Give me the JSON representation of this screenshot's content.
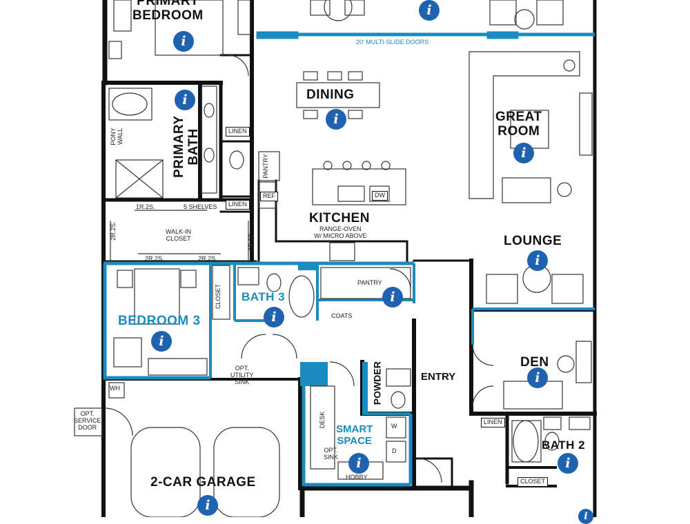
{
  "rooms": {
    "primary_bedroom": "PRIMARY\nBEDROOM",
    "primary_bath": "PRIMARY\nBATH",
    "dining": "DINING",
    "great_room": "GREAT\nROOM",
    "kitchen": "KITCHEN",
    "kitchen_sub": "RANGE-OVEN\nW/ MICRO ABOVE",
    "lounge": "LOUNGE",
    "bedroom3": "BEDROOM 3",
    "bath3": "BATH 3",
    "entry": "ENTRY",
    "den": "DEN",
    "powder": "POWDER",
    "smart_space": "SMART\nSPACE",
    "garage": "2-CAR GARAGE",
    "bath2": "BATH 2"
  },
  "labels": {
    "multi_slide": "20' MULTI-SLIDE DOORS",
    "linen": "LINEN",
    "pony_wall": "PONY\nWALL",
    "pantry": "PANTRY",
    "ref": "REF",
    "dw": "DW",
    "five_shelves": "5 SHELVES",
    "walk_in_closet": "WALK-IN\nCLOSET",
    "shelf_1r2s": "1R.2S.",
    "shelf_2r2s": "2R.2S.",
    "closet": "CLOSET",
    "coats": "COATS",
    "opt_utility_sink": "OPT.\nUTILITY\nSINK",
    "wh": "WH",
    "opt_service_door": "OPT.\nSERVICE\nDOOR",
    "desk": "DESK",
    "opt_sink": "OPT.\nSINK",
    "hobby": "HOBBY",
    "w": "W",
    "d": "D"
  },
  "info_icon_glyph": "i",
  "colors": {
    "wall": "#111111",
    "accent_blue": "#1a8bbf",
    "info_blue": "#1f63b0"
  }
}
